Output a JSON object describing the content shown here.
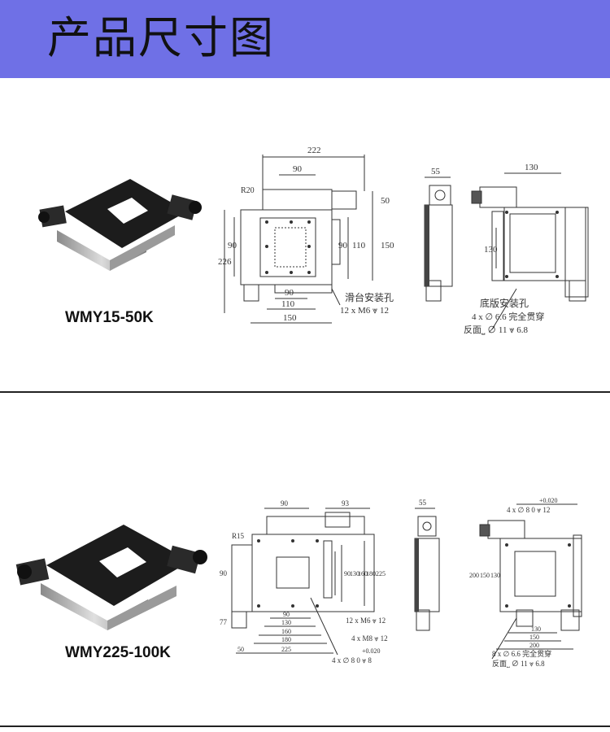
{
  "header": {
    "title": "产品尺寸图"
  },
  "products": [
    {
      "model": "WMY15-50K",
      "dims": {
        "top_222": "222",
        "top_90": "90",
        "r": "R20",
        "right_50": "50",
        "right_150": "150",
        "inner_90": "90",
        "inner_110": "110",
        "left_226": "226",
        "left_90": "90",
        "bot_90": "90",
        "bot_110": "110",
        "bot_150": "150",
        "side_55": "55",
        "back_130": "130",
        "back_left_130": "130"
      },
      "notes": {
        "slide_holes": "滑台安装孔",
        "slide_spec": "12 x  M6 ⩔ 12",
        "base_holes": "底版安装孔",
        "base_spec1": "4 x  ∅ 6.6 完全贯穿",
        "base_spec2": "反面⎵ ∅ 11 ⩔ 6.8"
      }
    },
    {
      "model": "WMY225-100K",
      "dims": {
        "top_90": "90",
        "top_93": "93",
        "r": "R15",
        "left_90": "90",
        "left_77": "77",
        "c_90": "90",
        "c_130": "130",
        "c_160": "160",
        "c_180": "180",
        "c_225": "225",
        "b_90": "90",
        "b_130": "130",
        "b_160": "160",
        "b_180": "180",
        "b_225": "225",
        "b_50": "50",
        "side_55": "55",
        "tol": "+0.020",
        "tol_zero": "0",
        "r_200": "200",
        "r_150": "150",
        "r_130": "130",
        "rb_130": "130",
        "rb_150": "150",
        "rb_200": "200"
      },
      "notes": {
        "spec_m6": "12 x  M6 ⩔ 12",
        "spec_m8": "4 x  M8 ⩔ 12",
        "spec_d8": "4 x  ∅ 8  0  ⩔ 8",
        "back_d8": "4 x  ∅ 8  0  ⩔ 12",
        "back_spec1": "8 x  ∅ 6.6 完全贯穿",
        "back_spec2": "反面⎵ ∅ 11 ⩔ 6.8"
      }
    }
  ]
}
